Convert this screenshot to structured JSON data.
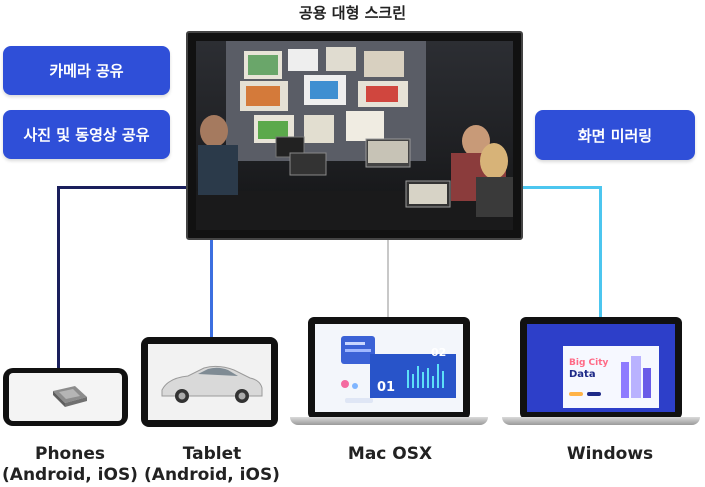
{
  "header": {
    "title": "공용 대형 스크린"
  },
  "features": {
    "camera_share": "카메라 공유",
    "photo_video_share": "사진 및 동영상 공유",
    "screen_mirroring": "화면 미러링"
  },
  "devices": {
    "phones": {
      "line1": "Phones",
      "line2": "(Android, iOS)"
    },
    "tablet": {
      "line1": "Tablet",
      "line2": "(Android, iOS)"
    },
    "mac": {
      "line1": "Mac OSX"
    },
    "windows": {
      "line1": "Windows"
    }
  },
  "mac_screen": {
    "num_a": "01",
    "num_b": "02"
  },
  "windows_screen": {
    "headline1": "Big City",
    "headline2": "Data"
  },
  "colors": {
    "accent": "#2f4fd8",
    "line_phone": "#1a1f5c",
    "line_tablet": "#3c6fe0",
    "line_mac": "#c8c8c8",
    "line_windows": "#4cc6ef"
  }
}
